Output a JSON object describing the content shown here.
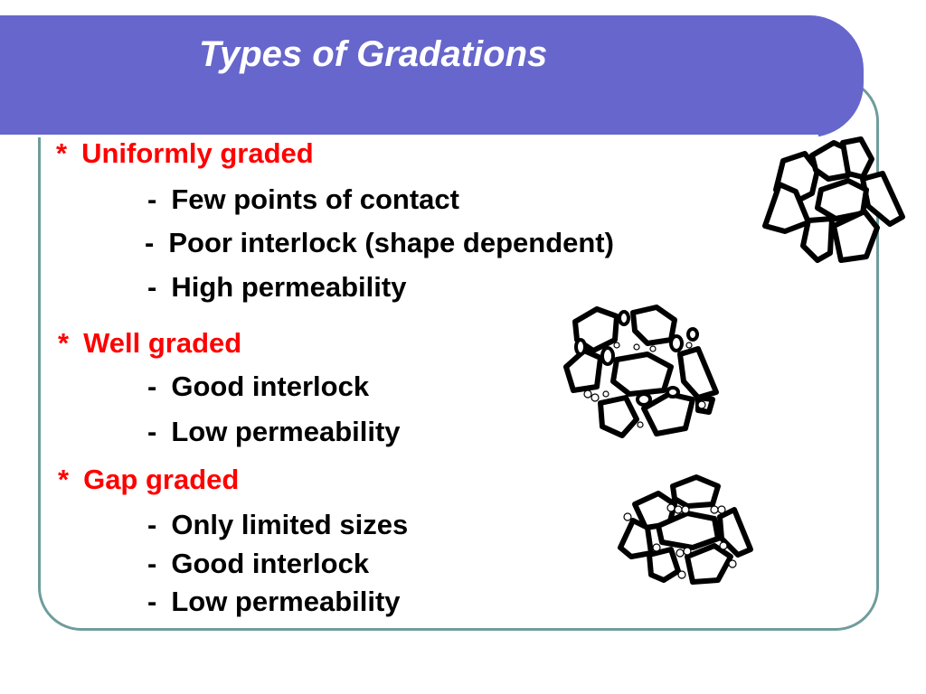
{
  "slide": {
    "title": "Types of Gradations",
    "colors": {
      "banner": "#6666cc",
      "heading": "#ff0000",
      "frame": "#6f9c9c"
    }
  },
  "sections": [
    {
      "bullet": "*",
      "heading": "Uniformly graded",
      "items": [
        {
          "dash": "-",
          "text": "Few points of contact"
        },
        {
          "dash": "-",
          "text": "Poor interlock (shape dependent)"
        },
        {
          "dash": "-",
          "text": "High permeability"
        }
      ]
    },
    {
      "bullet": "*",
      "heading": "Well graded",
      "items": [
        {
          "dash": "-",
          "text": "Good interlock"
        },
        {
          "dash": "-",
          "text": "Low permeability"
        }
      ]
    },
    {
      "bullet": "*",
      "heading": "Gap graded",
      "items": [
        {
          "dash": "-",
          "text": "Only limited sizes"
        },
        {
          "dash": "-",
          "text": "Good interlock"
        },
        {
          "dash": "-",
          "text": "Low permeability"
        }
      ]
    }
  ]
}
